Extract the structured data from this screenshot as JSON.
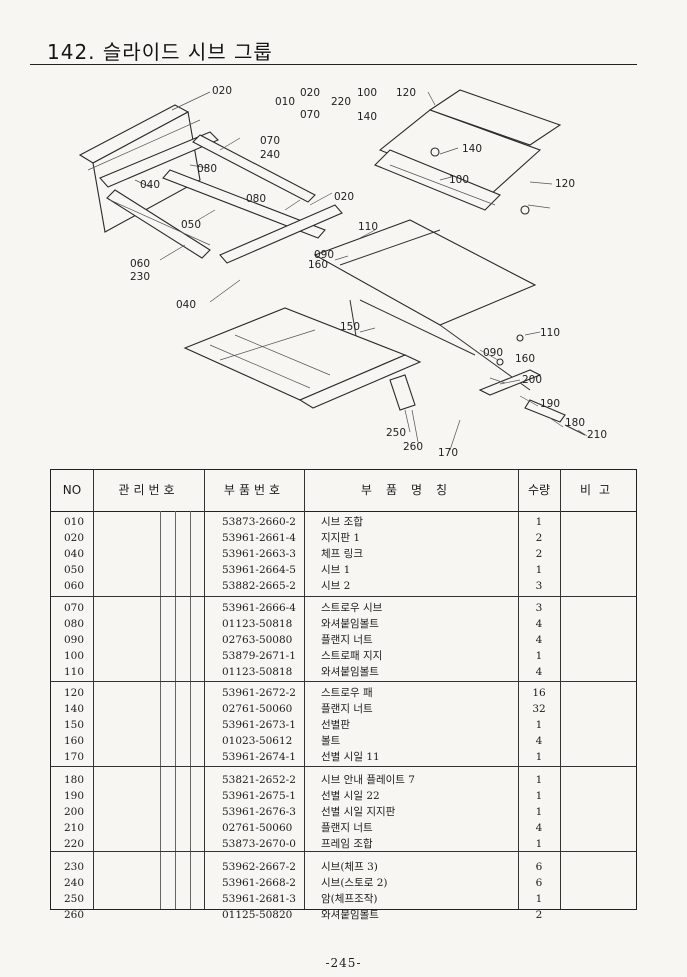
{
  "page": {
    "title": "142. 슬라이드 시브 그룹",
    "page_number": "-245-"
  },
  "diagram": {
    "labels": [
      "020",
      "010",
      "020",
      "070",
      "220",
      "100",
      "140",
      "120",
      "070",
      "240",
      "080",
      "040",
      "080",
      "140",
      "120",
      "100",
      "050",
      "020",
      "110",
      "060",
      "230",
      "090",
      "160",
      "040",
      "150",
      "110",
      "090",
      "160",
      "200",
      "190",
      "180",
      "210",
      "250",
      "260",
      "170"
    ]
  },
  "table": {
    "headers": {
      "no": "NO",
      "mgmt": "관리번호",
      "part_no": "부품번호",
      "name": "부품명칭",
      "qty": "수량",
      "remark": "비고"
    },
    "groups": [
      [
        {
          "no": "010",
          "part_no": "53873-2660-2",
          "name": "시브 조합",
          "qty": "1"
        },
        {
          "no": "020",
          "part_no": "53961-2661-4",
          "name": "지지판 1",
          "qty": "2"
        },
        {
          "no": "040",
          "part_no": "53961-2663-3",
          "name": "체프 링크",
          "qty": "2"
        },
        {
          "no": "050",
          "part_no": "53961-2664-5",
          "name": "시브 1",
          "qty": "1"
        },
        {
          "no": "060",
          "part_no": "53882-2665-2",
          "name": "시브 2",
          "qty": "3"
        }
      ],
      [
        {
          "no": "070",
          "part_no": "53961-2666-4",
          "name": "스트로우 시브",
          "qty": "3"
        },
        {
          "no": "080",
          "part_no": "01123-50818",
          "name": "와셔붙임볼트",
          "qty": "4"
        },
        {
          "no": "090",
          "part_no": "02763-50080",
          "name": "플랜지 너트",
          "qty": "4"
        },
        {
          "no": "100",
          "part_no": "53879-2671-1",
          "name": "스트로패 지지",
          "qty": "1"
        },
        {
          "no": "110",
          "part_no": "01123-50818",
          "name": "와셔붙임볼트",
          "qty": "4"
        }
      ],
      [
        {
          "no": "120",
          "part_no": "53961-2672-2",
          "name": "스트로우 패",
          "qty": "16"
        },
        {
          "no": "140",
          "part_no": "02761-50060",
          "name": "플랜지 너트",
          "qty": "32"
        },
        {
          "no": "150",
          "part_no": "53961-2673-1",
          "name": "선별판",
          "qty": "1"
        },
        {
          "no": "160",
          "part_no": "01023-50612",
          "name": "볼트",
          "qty": "4"
        },
        {
          "no": "170",
          "part_no": "53961-2674-1",
          "name": "선별 시일 11",
          "qty": "1"
        }
      ],
      [
        {
          "no": "180",
          "part_no": "53821-2652-2",
          "name": "시브 안내 플레이트 7",
          "qty": "1"
        },
        {
          "no": "190",
          "part_no": "53961-2675-1",
          "name": "선별 시일 22",
          "qty": "1"
        },
        {
          "no": "200",
          "part_no": "53961-2676-3",
          "name": "선별 시일 지지판",
          "qty": "1"
        },
        {
          "no": "210",
          "part_no": "02761-50060",
          "name": "플랜지 너트",
          "qty": "4"
        },
        {
          "no": "220",
          "part_no": "53873-2670-0",
          "name": "프레임 조합",
          "qty": "1"
        }
      ],
      [
        {
          "no": "230",
          "part_no": "53962-2667-2",
          "name": "시브(체프 3)",
          "qty": "6"
        },
        {
          "no": "240",
          "part_no": "53961-2668-2",
          "name": "시브(스토로 2)",
          "qty": "6"
        },
        {
          "no": "250",
          "part_no": "53961-2681-3",
          "name": "암(체프조작)",
          "qty": "1"
        },
        {
          "no": "260",
          "part_no": "01125-50820",
          "name": "와셔붙임볼트",
          "qty": "2"
        }
      ]
    ]
  }
}
